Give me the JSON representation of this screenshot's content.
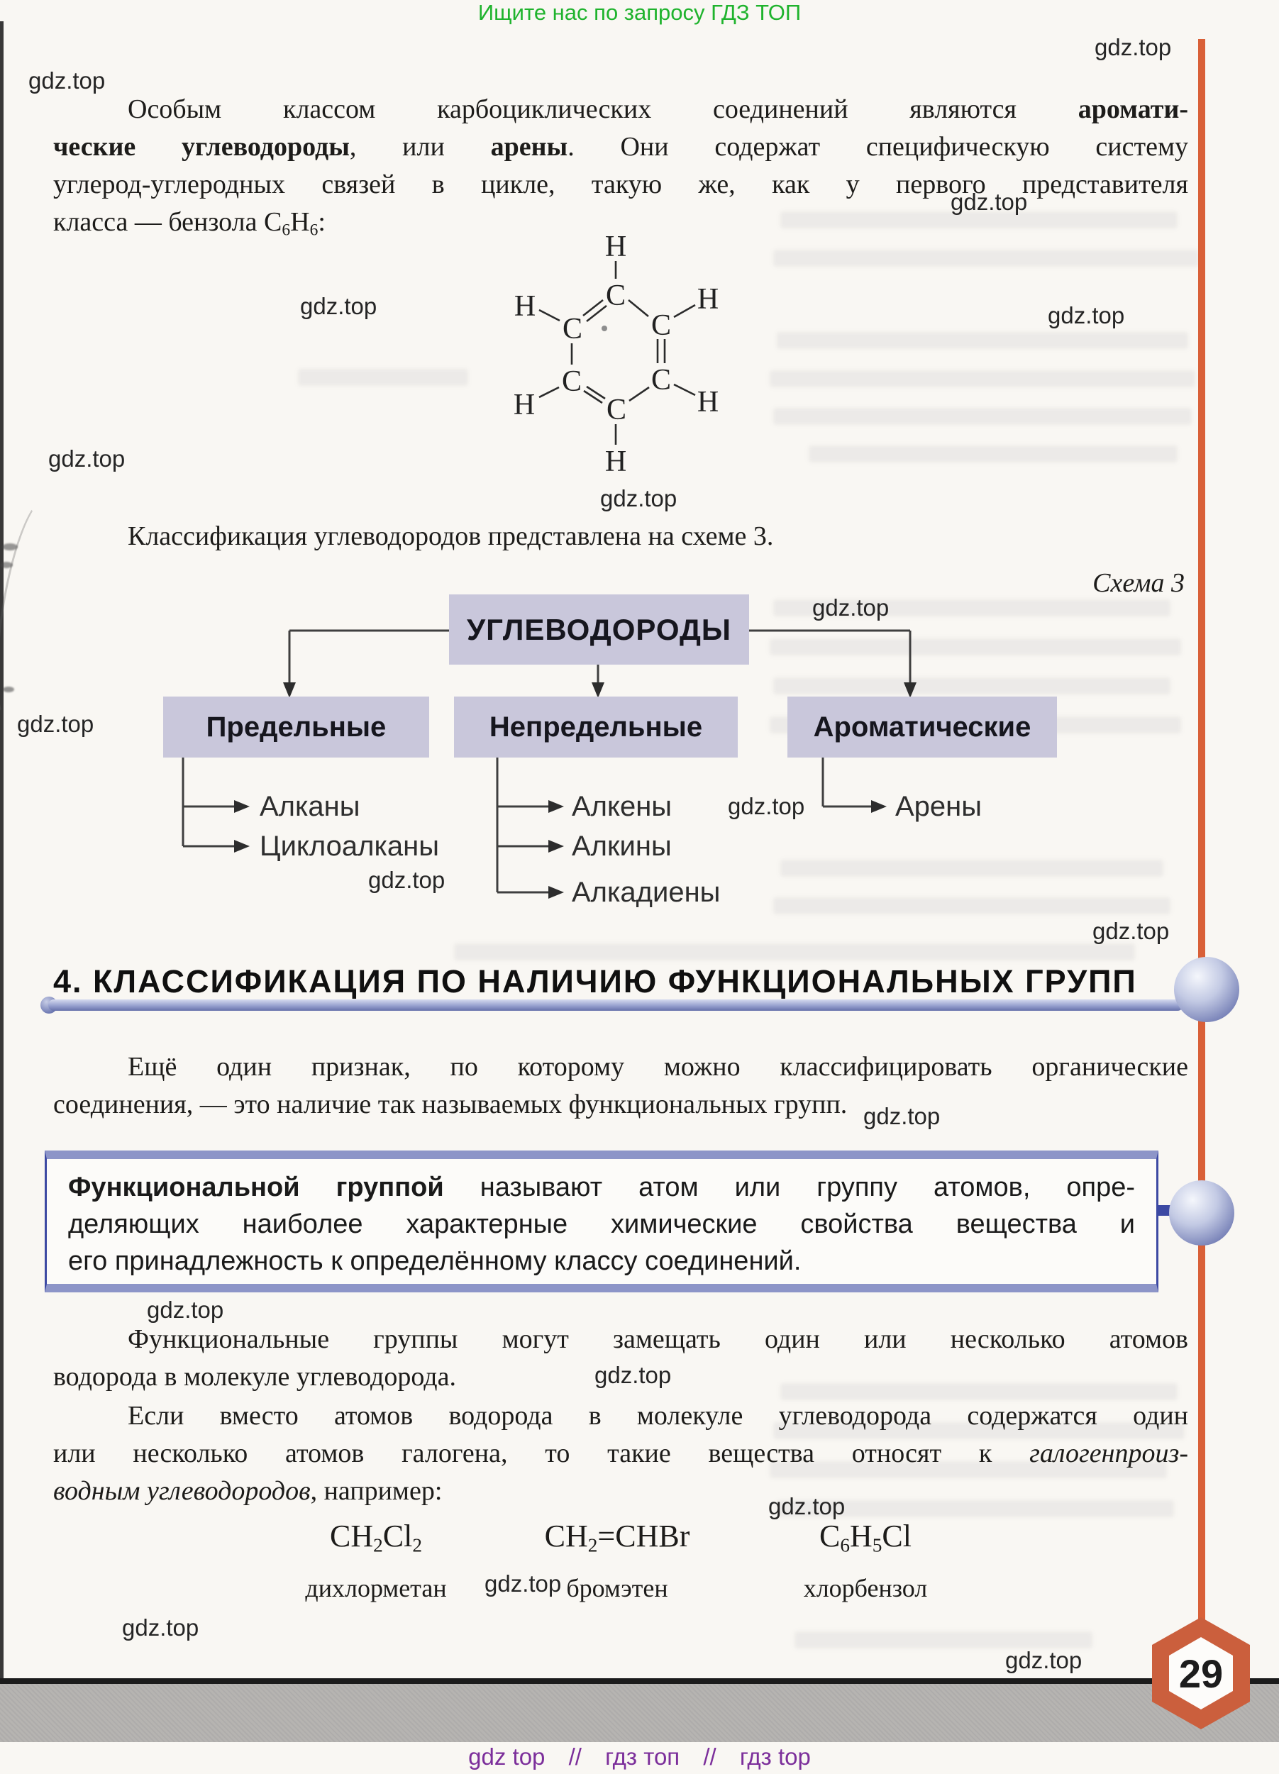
{
  "page": {
    "promo": "Ищите нас по запросу ГДЗ ТОП",
    "watermark": "gdz.top",
    "page_number": "29",
    "footer": {
      "link1": "gdz top",
      "sep1": "//",
      "link2": "гдз топ",
      "sep2": "//",
      "link3": "гдз top"
    }
  },
  "intro": {
    "lines": [
      {
        "t1": "Особым классом карбоциклических соединений являются ",
        "b1": "аромати-"
      },
      {
        "b1": "ческие углеводороды",
        "t1": ", или ",
        "b2": "арены",
        "t2": ". Они содержат специфическую систему"
      },
      {
        "t1": "углерод-углеродных связей в цикле, такую же, как у первого представителя"
      },
      {
        "t1": "класса — бензола ",
        "f_c": "C",
        "f_c_sub": "6",
        "f_h": "H",
        "f_h_sub": "6",
        "t2": ":"
      }
    ]
  },
  "benzene": {
    "c": "C",
    "h": "H"
  },
  "p_scheme_intro": "Классификация углеводородов представлена на схеме 3.",
  "scheme": {
    "caption": "Схема 3",
    "root": "УГЛЕВОДОРОДЫ",
    "columns": [
      {
        "box": "Предельные",
        "items": [
          "Алканы",
          "Циклоалканы"
        ]
      },
      {
        "box": "Непредельные",
        "items": [
          "Алкены",
          "Алкины",
          "Алкадиены"
        ]
      },
      {
        "box": "Ароматические",
        "items": [
          "Арены"
        ]
      }
    ]
  },
  "section4": {
    "heading": "4. КЛАССИФИКАЦИЯ ПО НАЛИЧИЮ ФУНКЦИОНАЛЬНЫХ ГРУПП",
    "p1_lines": [
      "Ещё один признак, по которому можно классифицировать органические",
      "соединения, — это наличие так называемых функциональных групп."
    ],
    "definition_lines": [
      {
        "bold": "Функциональной группой",
        "rest": " называют атом или группу атомов, опре-"
      },
      {
        "rest": "деляющих наиболее характерные химические свойства вещества и"
      },
      {
        "rest": "его принадлежность к определённому классу соединений."
      }
    ],
    "p2_lines": [
      "Функциональные группы могут замещать один или несколько атомов",
      "водорода в молекуле углеводорода."
    ],
    "p3_lines": [
      {
        "t1": "Если вместо атомов водорода в молекуле углеводорода содержатся один"
      },
      {
        "t1": "или несколько атомов галогена, то такие вещества относят к ",
        "i1": "галогенпроиз-"
      },
      {
        "i1": "водным углеводородов",
        "t1": ", например:"
      }
    ],
    "examples": [
      {
        "p1": "CH",
        "s1": "2",
        "p2": "Cl",
        "s2": "2",
        "p3": "",
        "name": "дихлорметан"
      },
      {
        "p1": "CH",
        "s1": "2",
        "p2": "=CHBr",
        "s2": "",
        "p3": "",
        "name": "бромэтен"
      },
      {
        "p1": "C",
        "s1": "6",
        "p2": "H",
        "s2": "5",
        "p3": "Cl",
        "name": "хлорбензол"
      }
    ]
  }
}
